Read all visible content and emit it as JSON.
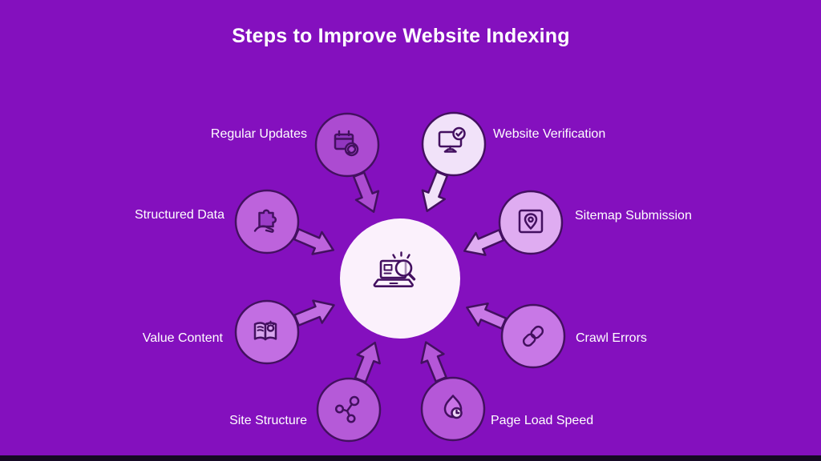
{
  "title": "Steps to Improve Website Indexing",
  "theme": {
    "background": "#8410BE",
    "outline": "#431060",
    "icon_stroke": "#42105E",
    "label_color": "#FFFFFF",
    "center_fill": "#FBF1FC",
    "footer_bar": "#160925"
  },
  "center": {
    "icon": "laptop-search-icon"
  },
  "steps": [
    {
      "label": "Regular Updates",
      "icon": "calendar-refresh-icon",
      "fill": "#AC4BD1"
    },
    {
      "label": "Website Verification",
      "icon": "monitor-check-icon",
      "fill": "#F1E2F9"
    },
    {
      "label": "Sitemap Submission",
      "icon": "map-pin-icon",
      "fill": "#DFACF1"
    },
    {
      "label": "Crawl Errors",
      "icon": "chain-link-icon",
      "fill": "#C878E6"
    },
    {
      "label": "Page Load Speed",
      "icon": "flame-clock-icon",
      "fill": "#B557D8"
    },
    {
      "label": "Site Structure",
      "icon": "network-nodes-icon",
      "fill": "#B55AD8"
    },
    {
      "label": "Value Content",
      "icon": "book-lightbulb-icon",
      "fill": "#C26EE2"
    },
    {
      "label": "Structured Data",
      "icon": "puzzle-hand-icon",
      "fill": "#BD63DC"
    }
  ]
}
